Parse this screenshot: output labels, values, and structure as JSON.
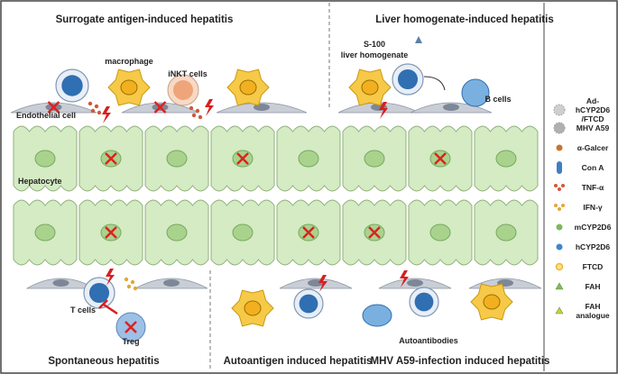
{
  "panels": {
    "top_left_title": "Surrogate antigen-induced hepatitis",
    "top_right_title": "Liver homogenate-induced hepatitis",
    "bottom_left_title": "Spontaneous hepatitis",
    "bottom_mid_title": "Autoantigen induced hepatitis",
    "bottom_right_title": "MHV A59-infection induced hepatitis"
  },
  "labels": {
    "macrophage": "macrophage",
    "inkt": "iNKT cells",
    "endothelial": "Endothelial cell",
    "s100_line1": "S-100",
    "s100_line2": "liver homogenate",
    "bcells": "B cells",
    "hepatocyte": "Hepatocyte",
    "tcells": "T cells",
    "treg": "Treg",
    "autoantibodies": "Autoantibodies"
  },
  "legend": [
    {
      "label": "Ad-hCYP2D6 /FTCD",
      "lines": [
        "Ad-",
        "hCYP2D6",
        "/FTCD"
      ],
      "icon": "adenovirus-icon",
      "color": "#cfcfcf"
    },
    {
      "label": "MHV A59",
      "lines": [
        "MHV A59"
      ],
      "icon": "virus-icon",
      "color": "#b0b0b0"
    },
    {
      "label": "α-Galcer",
      "lines": [
        "α-Galcer"
      ],
      "icon": "dot-icon",
      "color": "#c8742e"
    },
    {
      "label": "Con A",
      "lines": [
        "Con A"
      ],
      "icon": "cona-icon",
      "color": "#3f7fc4"
    },
    {
      "label": "TNF-α",
      "lines": [
        "TNF-α"
      ],
      "icon": "dots-icon",
      "color": "#d0583a"
    },
    {
      "label": "IFN-γ",
      "lines": [
        "IFN-γ"
      ],
      "icon": "dots-icon",
      "color": "#e0a83a"
    },
    {
      "label": "mCYP2D6",
      "lines": [
        "mCYP2D6"
      ],
      "icon": "dot-icon",
      "color": "#7dbb5a"
    },
    {
      "label": "hCYP2D6",
      "lines": [
        "hCYP2D6"
      ],
      "icon": "dot-icon",
      "color": "#3f86cf"
    },
    {
      "label": "FTCD",
      "lines": [
        "FTCD"
      ],
      "icon": "ring-icon",
      "color": "#f2b62e"
    },
    {
      "label": "FAH",
      "lines": [
        "FAH"
      ],
      "icon": "triangle-icon",
      "color": "#7dbb5a"
    },
    {
      "label": "FAH analogue",
      "lines": [
        "FAH",
        "analogue"
      ],
      "icon": "triangle-icon",
      "color": "#c8cf3a"
    }
  ]
}
